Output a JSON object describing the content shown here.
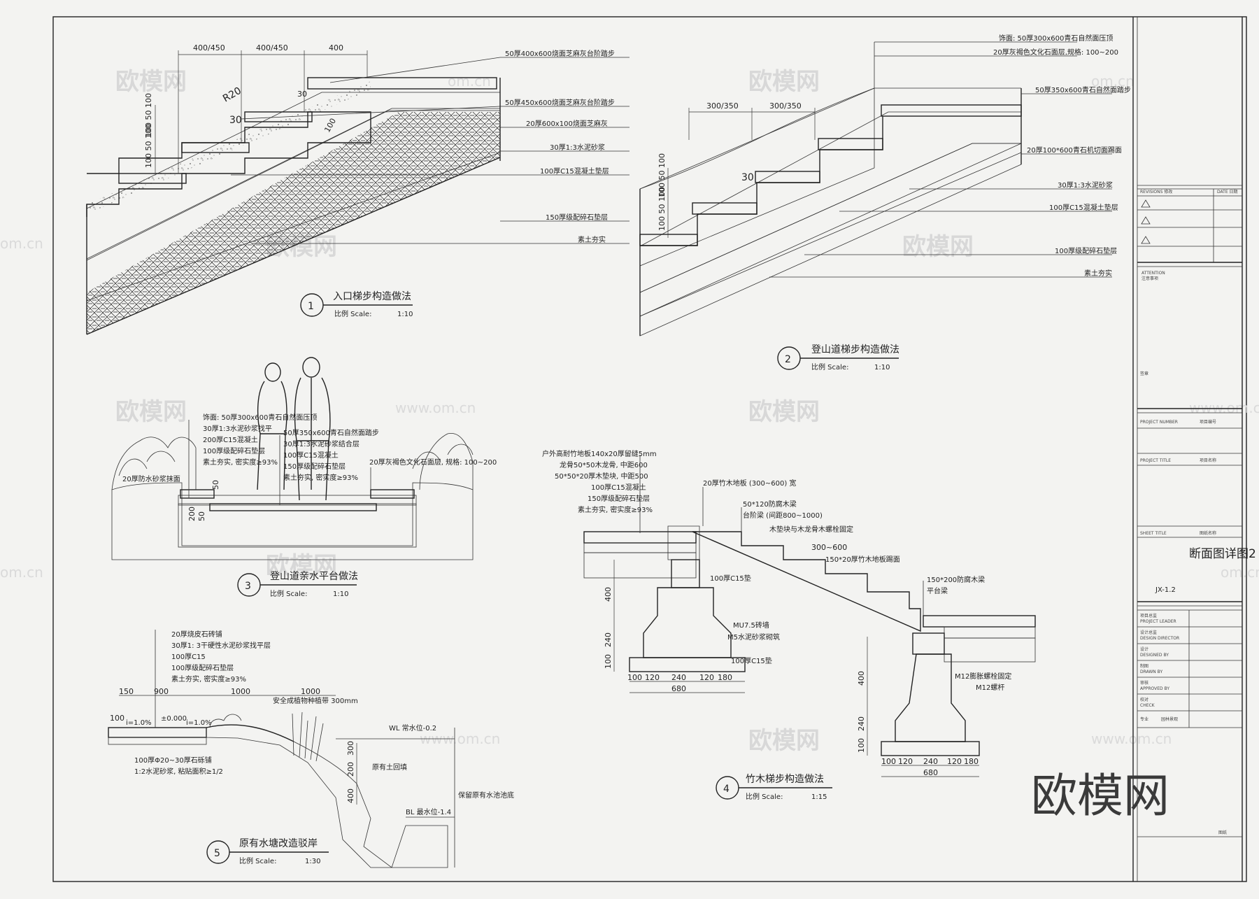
{
  "sheet": {
    "watermark_brand": "欧模网",
    "watermark_url": "www.om.cn",
    "watermark_url_short": "om.cn"
  },
  "d1": {
    "title_num": "1",
    "title": "入口梯步构造做法",
    "scale_label": "比例 Scale:",
    "scale_val": "1:10",
    "dims_top": [
      "400/450",
      "400/450",
      "400"
    ],
    "dim_radius": "R20",
    "dim_30a": "30",
    "dim_30b": "30",
    "dim_100": "100",
    "dims_left": [
      "100 50 100",
      "100 50 100"
    ],
    "labels": [
      "50厚400x600烧面芝麻灰台阶踏步",
      "50厚450x600烧面芝麻灰台阶踏步",
      "20厚600x100烧面芝麻灰",
      "30厚1:3水泥砂浆",
      "100厚C15混凝土垫层",
      "150厚级配碎石垫层",
      "素土夯实"
    ]
  },
  "d2": {
    "title_num": "2",
    "title": "登山道梯步构造做法",
    "scale_label": "比例 Scale:",
    "scale_val": "1:10",
    "dims_top": [
      "300/350",
      "300/350"
    ],
    "dim_30": "30",
    "dims_left": [
      "100 50 100",
      "100 50 100"
    ],
    "labels": [
      "饰面: 50厚300x600青石自然面压顶",
      "20厚灰褐色文化石面层,规格: 100~200",
      "50厚350x600青石自然面踏步",
      "20厚100*600青石机切面踢面",
      "30厚1:3水泥砂浆",
      "100厚C15混凝土垫层",
      "100厚级配碎石垫层",
      "素土夯实"
    ]
  },
  "d3": {
    "title_num": "3",
    "title": "登山道亲水平台做法",
    "scale_label": "比例 Scale:",
    "scale_val": "1:10",
    "labels_a": [
      "饰面: 50厚300x600青石自然面压顶",
      "30厚1:3水泥砂浆找平",
      "200厚C15混凝土",
      "100厚级配碎石垫层",
      "素土夯实, 密实度≥93%"
    ],
    "labels_b": [
      "50厚350x600青石自然面踏步",
      "30厚1:3水泥砂浆结合层",
      "100厚C15混凝土",
      "150厚级配碎石垫层",
      "素土夯实, 密实度≥93%"
    ],
    "label_right": "20厚灰褐色文化石面层, 规格: 100~200",
    "label_left": "20厚防水砂浆抹面",
    "dims": [
      "50",
      "200",
      "50"
    ]
  },
  "d4": {
    "title_num": "4",
    "title": "竹木梯步构造做法",
    "scale_label": "比例 Scale:",
    "scale_val": "1:15",
    "labels_tl": [
      "户外高耐竹地板140x20厚留缝5mm",
      "龙骨50*50木龙骨, 中距600",
      "50*50*20厚木垫块, 中距500",
      "100厚C15混凝土",
      "150厚级配碎石垫层",
      "素土夯实, 密实度≥93%"
    ],
    "label_deck": "20厚竹木地板 (300~600) 宽",
    "label_beam": "50*120防腐木梁",
    "label_beam2": "台阶梁 (间距800~1000)",
    "label_bolt": "木垫块与木龙骨木螺栓固定",
    "dim_300": "300~600",
    "label_riser": "150*20厚竹木地板踢面",
    "label_beam3": "150*200防腐木梁",
    "label_platform": "平台梁",
    "label_c15": "100厚C15垫",
    "label_mu": "MU7.5砖墙",
    "label_m5": "M5水泥砂浆砌筑",
    "label_c15b": "100厚C15垫",
    "label_bolt1": "M12膨胀螺栓固定",
    "label_bolt2": "M12螺杆",
    "dims_v1": [
      "400",
      "240",
      "100"
    ],
    "dims_h1": [
      "100",
      "120",
      "240",
      "120",
      "180"
    ],
    "dim_total1": "680",
    "dims_v2": [
      "400",
      "240",
      "100"
    ],
    "dims_h2": [
      "100",
      "120",
      "240",
      "120",
      "180"
    ],
    "dim_total2": "680"
  },
  "d5": {
    "title_num": "5",
    "title": "原有水塘改造驳岸",
    "scale_label": "比例 Scale:",
    "scale_val": "1:30",
    "labels": [
      "20厚烧皮石砖铺",
      "30厚1: 3干硬性水泥砂浆找平层",
      "100厚C15",
      "100厚级配碎石垫层",
      "素土夯实, 密实度≥93%"
    ],
    "dims_h": [
      "150",
      "900",
      "1000",
      "1000"
    ],
    "label_top": "安全成植物种植带 300mm",
    "dim_100": "100",
    "dim_slope1": "i=1.0%",
    "dim_zero": "±0.000",
    "dim_slope2": "i=1.0%",
    "wl": "WL 常水位-0.2",
    "bl": "BL 最水位-1.4",
    "dims_v": [
      "300",
      "200",
      "400"
    ],
    "label_soil": "原有土回填",
    "label_pond": "保留原有水池池底",
    "label_stone1": "100厚Φ20~30厚石砾铺",
    "label_stone2": "1:2水泥砂浆, 粘贴面积≥1/2"
  },
  "titleblock": {
    "revisions": "REVISIONS 修改",
    "date": "DATE 日期",
    "attention": "ATTENTION",
    "attention_cn": "注意事项",
    "seal": "签章",
    "project_number": "PROJECT NUMBER",
    "project_number_cn": "项目编号",
    "project_title": "PROJECT TITLE",
    "project_title_cn": "项目名称",
    "sheet_title": "SHEET TITLE",
    "sheet_title_cn": "图纸名称",
    "drawing_name": "断面图详图2",
    "drawing_no": "JX-1.2",
    "rows": [
      {
        "cn": "项目总监",
        "en": "PROJECT LEADER"
      },
      {
        "cn": "设计总监",
        "en": "DESIGN DIRECTOR"
      },
      {
        "cn": "设计",
        "en": "DESIGNED BY"
      },
      {
        "cn": "制图",
        "en": "DRAWN BY"
      },
      {
        "cn": "审核",
        "en": "APPROVED BY"
      },
      {
        "cn": "校对",
        "en": "CHECK"
      }
    ],
    "stamp_label": "专业",
    "stamp_value": "园林景观",
    "footer": "图纸"
  }
}
